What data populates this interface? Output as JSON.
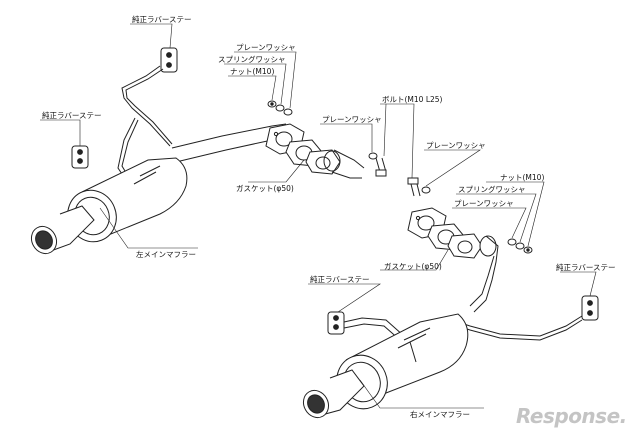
{
  "labels": {
    "hanger_top_left": "純正ラバーステー",
    "hanger_mid_left": "純正ラバーステー",
    "hanger_right": "純正ラバーステー",
    "hanger_bottom": "純正ラバーステー",
    "plain_washer_top": "プレーンワッシャ",
    "spring_washer_top": "スプリングワッシャ",
    "nut_top": "ナット(M10)",
    "bolt": "ボルト(M10 L25)",
    "plain_washer_mid": "プレーンワッシャ",
    "plain_washer_right": "プレーンワッシャ",
    "gasket_left": "ガスケット(φ50)",
    "nut_right": "ナット(M10)",
    "spring_washer_right": "スプリングワッシャ",
    "plain_washer_right2": "プレーンワッシャ",
    "gasket_right": "ガスケット(φ50)",
    "left_muffler": "左メインマフラー",
    "right_muffler": "右メインマフラー"
  },
  "watermark": "Response."
}
